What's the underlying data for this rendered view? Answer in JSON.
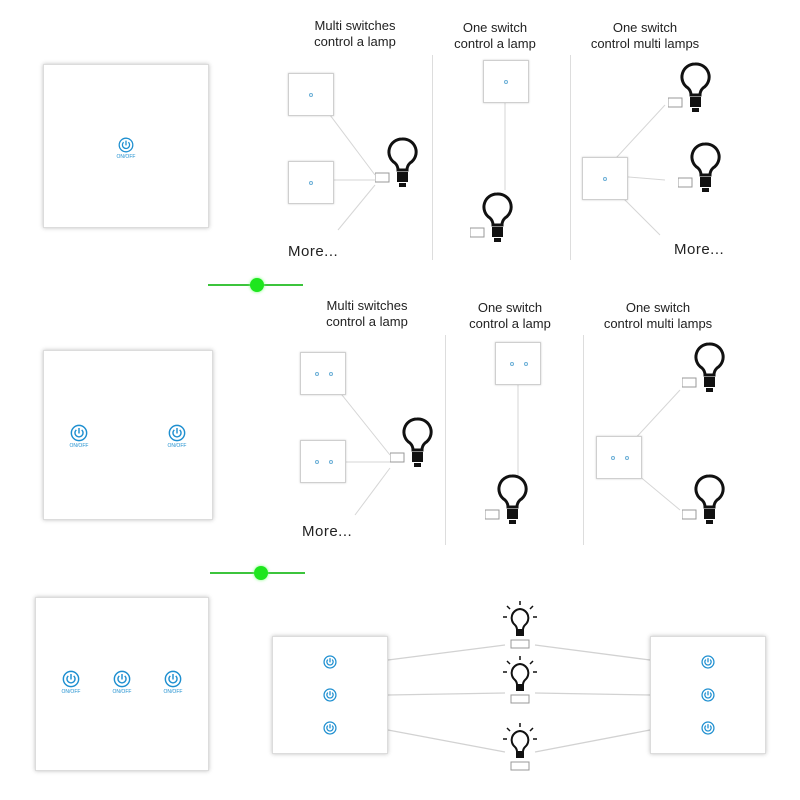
{
  "headings": {
    "multi_switches": "Multi switches\ncontrol a lamp",
    "one_switch_lamp": "One switch\ncontrol a lamp",
    "one_switch_multi": "One switch\ncontrol multi lamps"
  },
  "labels": {
    "on_off": "ON/OFF",
    "more": "More..."
  },
  "colors": {
    "button_blue": "#1e8fd0",
    "connector_green": "#1ee61e",
    "line_gray": "#cfcfcf"
  },
  "sections": [
    {
      "gang": 1,
      "heading_a": "Multi switches control a lamp",
      "heading_b": "One switch control a lamp",
      "heading_c": "One switch control multi lamps"
    },
    {
      "gang": 2,
      "heading_a": "Multi switches control a lamp",
      "heading_b": "One switch control a lamp",
      "heading_c": "One switch control multi lamps"
    },
    {
      "gang": 3
    }
  ]
}
